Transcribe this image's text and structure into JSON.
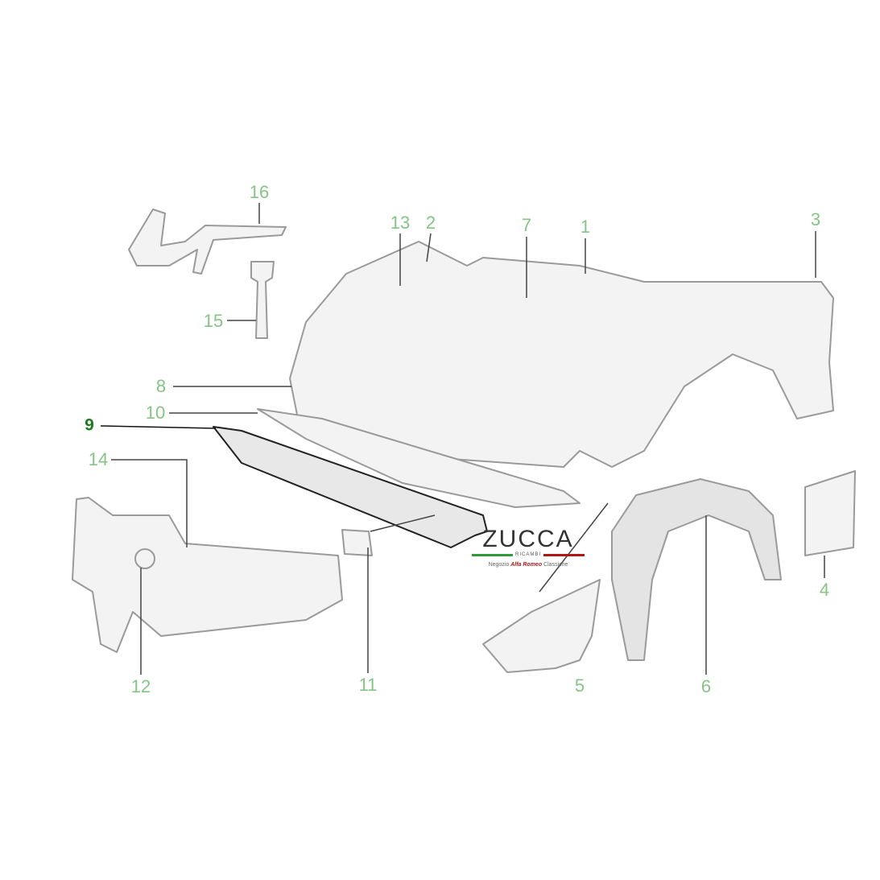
{
  "diagram": {
    "part_labels": {
      "p1": "1",
      "p2": "2",
      "p3": "3",
      "p4": "4",
      "p5": "5",
      "p6": "6",
      "p7": "7",
      "p8": "8",
      "p9": "9",
      "p10": "10",
      "p11": "11",
      "p12": "12",
      "p13": "13",
      "p14": "14",
      "p15": "15",
      "p16": "16"
    },
    "selected_part": "9"
  },
  "logo": {
    "brand": "ZUCCA",
    "subtitle": "RICAMBI",
    "tagline_prefix": "Negozio",
    "tagline_brand": "Alfa Romeo",
    "tagline_suffix": "Classiche"
  },
  "colors": {
    "label": "#86c486",
    "selected_label": "#1d7a1d",
    "flag_green": "#2e9a3a",
    "flag_red": "#b01818"
  }
}
